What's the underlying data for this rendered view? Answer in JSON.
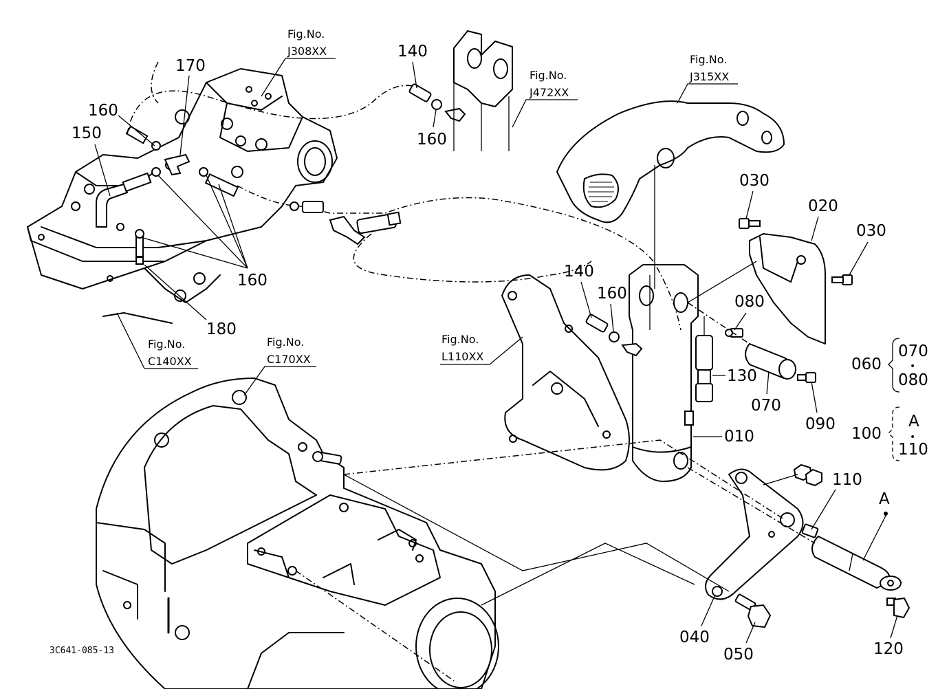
{
  "drawing_code": "3C641-085-13",
  "fig_refs": [
    {
      "line1": "Fig.No.",
      "line2": "J308XX"
    },
    {
      "line1": "Fig.No.",
      "line2": "J472XX"
    },
    {
      "line1": "Fig.No.",
      "line2": "J315XX"
    },
    {
      "line1": "Fig.No.",
      "line2": "C140XX"
    },
    {
      "line1": "Fig.No.",
      "line2": "C170XX"
    },
    {
      "line1": "Fig.No.",
      "line2": "L110XX"
    }
  ],
  "callouts": {
    "c170": "170",
    "c160_a": "160",
    "c150": "150",
    "c160_b": "160",
    "c180": "180",
    "c140_a": "140",
    "c160_c": "160",
    "c140_b": "140",
    "c160_d": "160",
    "c030_a": "030",
    "c020": "020",
    "c030_b": "030",
    "c080": "080",
    "c130": "130",
    "c070": "070",
    "c090": "090",
    "c010": "010",
    "c110": "110",
    "cA": "A",
    "c040": "040",
    "c050": "050",
    "c120": "120"
  },
  "groups": [
    {
      "label": "060",
      "top": "070",
      "dot": "•",
      "bottom": "080"
    },
    {
      "label": "100",
      "top": "A",
      "dot": "•",
      "bottom": "110"
    }
  ]
}
